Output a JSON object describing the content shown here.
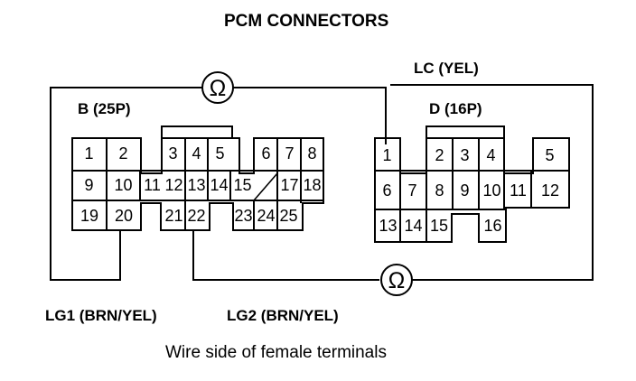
{
  "title": "PCM CONNECTORS",
  "connector_b": {
    "label": "B (25P)",
    "pins": [
      "1",
      "2",
      "3",
      "4",
      "5",
      "6",
      "7",
      "8",
      "9",
      "10",
      "11",
      "12",
      "13",
      "14",
      "15",
      "17",
      "18",
      "19",
      "20",
      "21",
      "22",
      "23",
      "24",
      "25"
    ]
  },
  "connector_d": {
    "label": "D (16P)",
    "pins": [
      "1",
      "2",
      "3",
      "4",
      "5",
      "6",
      "7",
      "8",
      "9",
      "10",
      "11",
      "12",
      "13",
      "14",
      "15",
      "16"
    ]
  },
  "wires": {
    "lc": "LC (YEL)",
    "lg1": "LG1 (BRN/YEL)",
    "lg2": "LG2 (BRN/YEL)"
  },
  "meter_symbol": "Ω",
  "caption": "Wire side of female terminals"
}
